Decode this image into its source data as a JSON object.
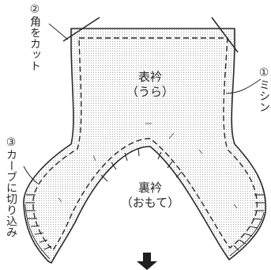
{
  "labels": {
    "step2_num": "②",
    "step2_text": "角をカット",
    "step1_num": "①",
    "step1_text": "ミシン",
    "step3_num": "③",
    "step3_text": "カーブに切り込み"
  },
  "pieces": {
    "outer_title": "表衿",
    "outer_sub": "（うら）",
    "inner_title": "裏衿",
    "inner_sub": "（おもて）"
  },
  "icons": {
    "next_arrow": "down-arrow-icon"
  },
  "colors": {
    "line": "#2a2a2a",
    "fill_dot": "#9a9a9a",
    "background": "#ffffff"
  }
}
